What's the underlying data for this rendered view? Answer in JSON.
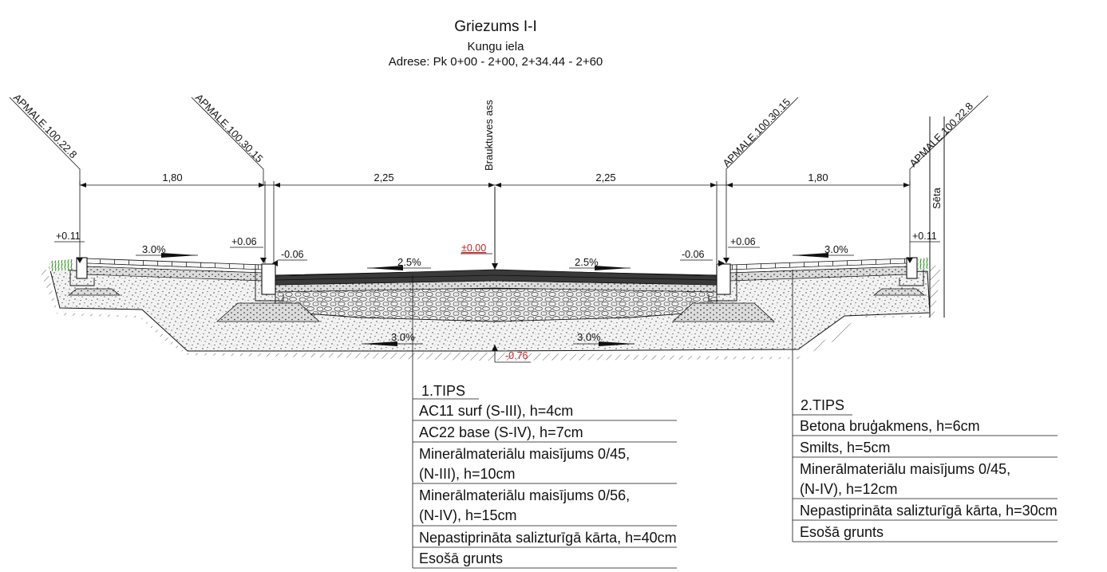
{
  "header": {
    "title": "Griezums I-I",
    "street": "Kungu iela",
    "address": "Adrese: Pk 0+00 - 2+00, 2+34.44 - 2+60"
  },
  "axis_label": "Brauktuves ass",
  "fence_label": "Sēta",
  "apmale_labels": {
    "outer_left": "APMALE.100.22.8",
    "inner_left": "APMALE.100.30.15",
    "inner_right": "APMALE.100.30.15",
    "outer_right": "APMALE.100.22.8"
  },
  "dimensions": {
    "sidewalk_left": "1,80",
    "lane_left": "2,25",
    "lane_right": "2,25",
    "sidewalk_right": "1,80"
  },
  "levels": {
    "outer_left": "+0.11",
    "inner_left_top": "+0.06",
    "inner_left_bottom": "-0.06",
    "center": "±0.00",
    "inner_right_bottom": "-0.06",
    "inner_right_top": "+0.06",
    "outer_right": "+0.11",
    "bottom": "-0.76"
  },
  "slopes": {
    "sidewalk_left": "3.0%",
    "lane_left": "2.5%",
    "lane_right": "2.5%",
    "sidewalk_right": "3.0%",
    "base_left": "3.0%",
    "base_right": "3.0%"
  },
  "legend_type1": {
    "title": "1.TIPS",
    "rows": [
      "AC11 surf (S-III), h=4cm",
      "AC22 base (S-IV), h=7cm",
      "Minerālmateriālu maisījums 0/45,",
      "(N-III), h=10cm",
      "Minerālmateriālu maisījums 0/56,",
      "(N-IV), h=15cm",
      "Nepastiprināta salizturīgā kārta, h=40cm",
      "Esošā  grunts"
    ]
  },
  "legend_type2": {
    "title": "2.TIPS",
    "rows": [
      "Betona bruģakmens, h=6cm",
      "Smilts, h=5cm",
      "Minerālmateriālu maisījums 0/45,",
      "(N-IV), h=12cm",
      "Nepastiprināta salizturīgā kārta, h=30cm",
      "Esošā  grunts"
    ]
  },
  "colors": {
    "asphalt": "#3a3a3a",
    "grass": "#3a9a2a",
    "level_highlight": "#d42020",
    "line": "#111111"
  }
}
